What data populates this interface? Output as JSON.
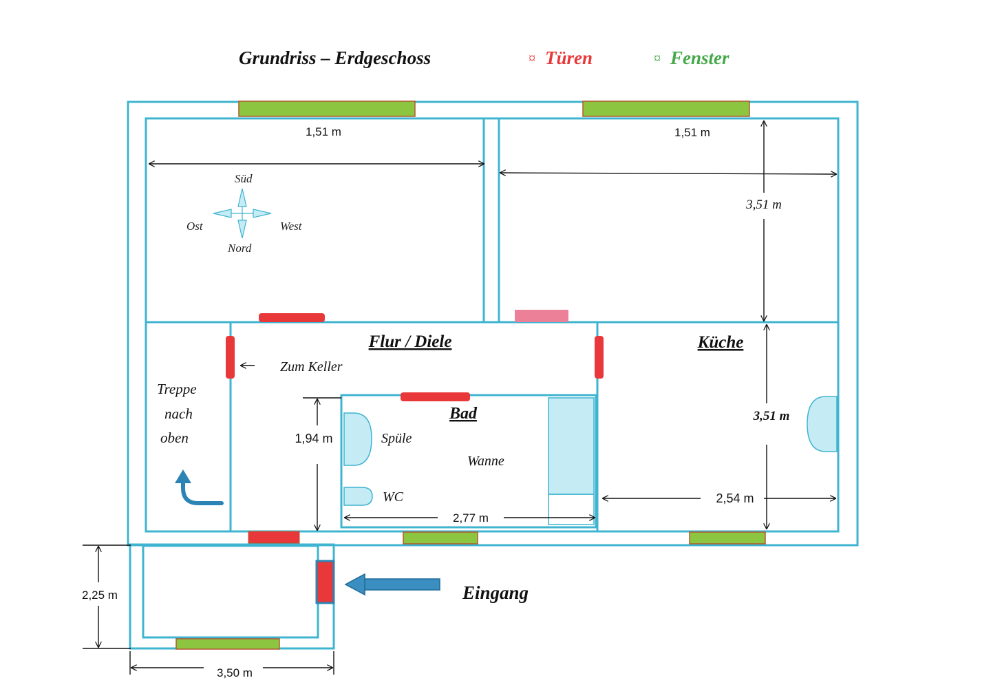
{
  "title": "Grundriss – Erdgeschoss",
  "legend": {
    "symbol": "¤",
    "doors": "Türen",
    "windows": "Fenster",
    "door_color": "#e8383a",
    "window_color": "#8cc641"
  },
  "colors": {
    "wall": "#3fb4d0",
    "fixture": "#c5ecf4",
    "arrow": "#2c84b4",
    "door_light": "#ec8098"
  },
  "rooms": {
    "hall": "Flur / Diele",
    "kitchen": "Küche",
    "bath": "Bad"
  },
  "compass": {
    "top": "Süd",
    "left": "Ost",
    "right": "West",
    "bottom": "Nord"
  },
  "labels": {
    "cellar": "Zum Keller",
    "stairs_1": "Treppe",
    "stairs_2": "nach",
    "stairs_3": "oben",
    "sink": "Spüle",
    "tub": "Wanne",
    "wc": "WC",
    "entrance": "Eingang"
  },
  "dimensions": {
    "room1_width": "1,51 m",
    "room2_width": "1,51 m",
    "room2_height": "3,51 m",
    "kitchen_height": "3,51 m",
    "kitchen_width": "2,54 m",
    "hall_height": "1,94 m",
    "bath_width": "2,77 m",
    "porch_height": "2,25 m",
    "porch_width": "3,50 m"
  }
}
